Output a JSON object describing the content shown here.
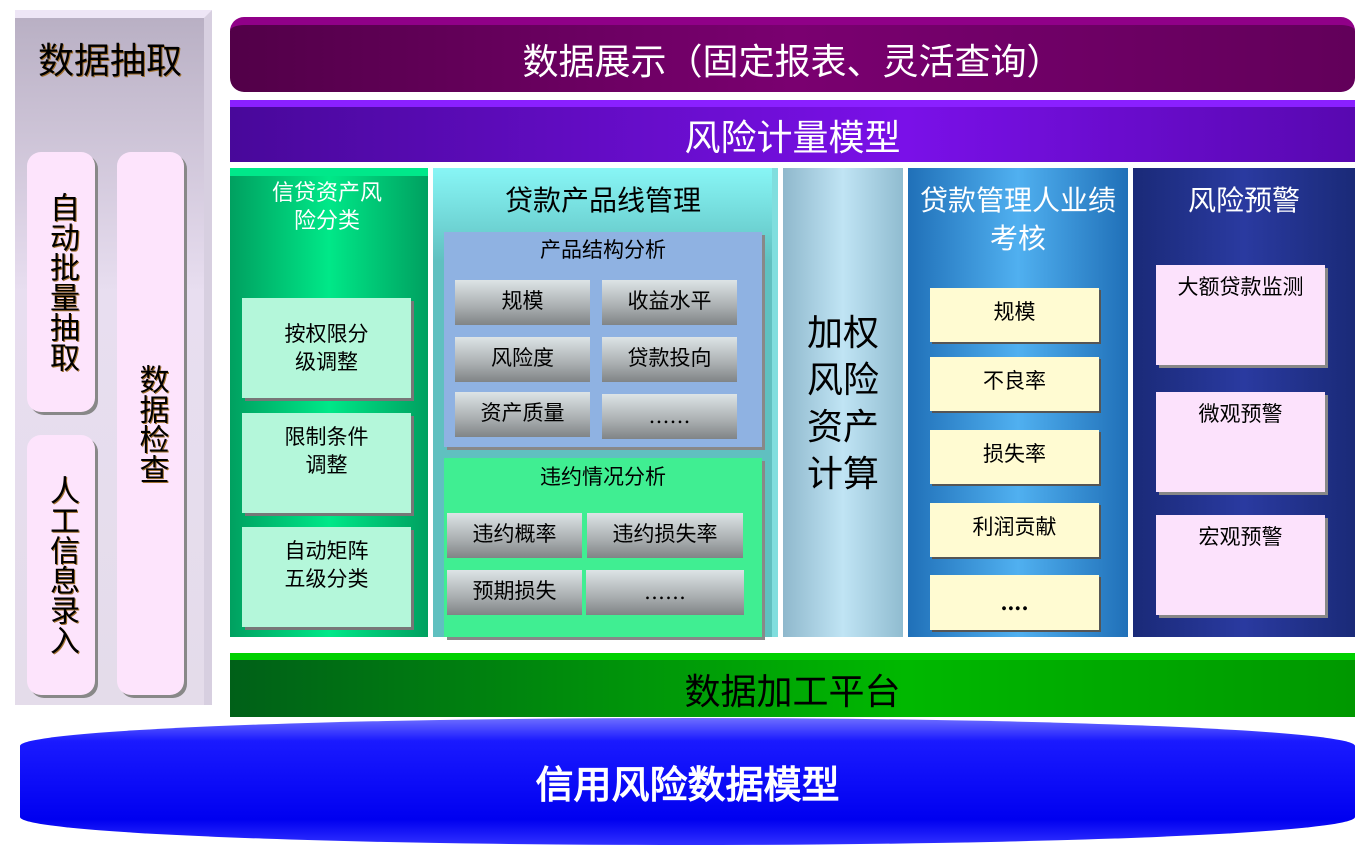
{
  "extraction": {
    "title": "数据抽取",
    "auto": "自动批量抽取",
    "manual": "人工信息录入",
    "check": "数据检查"
  },
  "display_bar": "数据展示（固定报表、灵活查询）",
  "risk_model_bar": "风险计量模型",
  "classification": {
    "title": "信贷资产风险分类",
    "items": [
      "按权限分级调整",
      "限制条件调整",
      "自动矩阵五级分类"
    ]
  },
  "product_line": {
    "title": "贷款产品线管理",
    "structure": {
      "title": "产品结构分析",
      "items": [
        "规模",
        "收益水平",
        "风险度",
        "贷款投向",
        "资产质量",
        "……"
      ]
    },
    "default": {
      "title": "违约情况分析",
      "items": [
        "违约概率",
        "违约损失率",
        "预期损失",
        "……"
      ]
    }
  },
  "rwa": "加权风险资产计算",
  "performance": {
    "title": "贷款管理人业绩考核",
    "items": [
      "规模",
      "不良率",
      "损失率",
      "利润贡献",
      "…."
    ]
  },
  "warning": {
    "title": "风险预警",
    "items": [
      "大额贷款监测",
      "微观预警",
      "宏观预警"
    ]
  },
  "processing_bar": "数据加工平台",
  "base": "信用风险数据模型"
}
